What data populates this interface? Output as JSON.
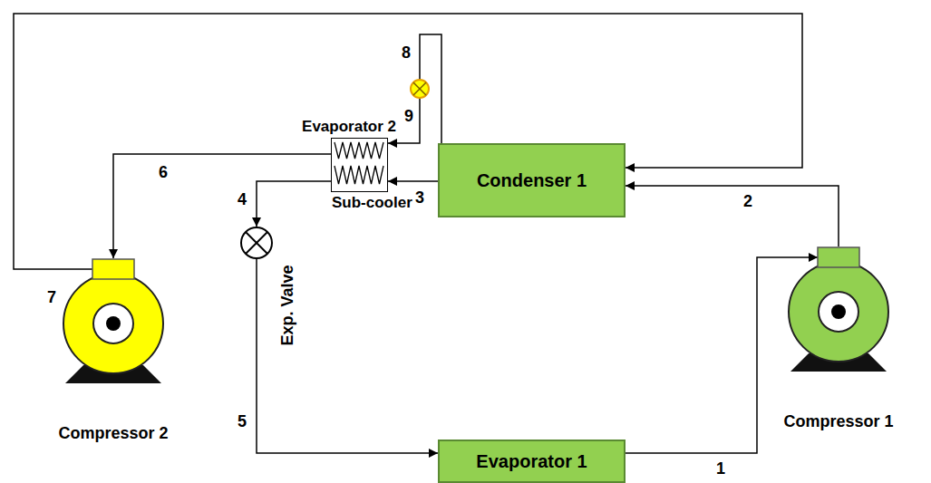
{
  "diagram": {
    "nodes": [
      {
        "text": [
          "Evaporator 2",
          "Sub-cooler"
        ]
      },
      {
        "text": [
          "Condenser 1"
        ]
      },
      {
        "text": [
          "Exp. Valve"
        ]
      },
      {
        "text": [
          "Compressor 2"
        ]
      },
      {
        "text": [
          "Compressor 1"
        ]
      },
      {
        "text": [
          "Evaporator 1"
        ]
      }
    ],
    "edges": [
      {
        "from": 1,
        "to": 0,
        "arrow": "to"
      },
      {
        "from": 1,
        "to": 0,
        "arrow": "to"
      },
      {
        "from": 0,
        "to": 2,
        "arrow": "to"
      },
      {
        "from": 2,
        "to": 5,
        "arrow": "to"
      },
      {
        "from": 5,
        "to": 4,
        "arrow": "to"
      },
      {
        "from": 4,
        "to": 1,
        "arrow": "to"
      },
      {
        "from": 0,
        "to": 3,
        "arrow": "to"
      },
      {
        "from": 3,
        "to": 1,
        "arrow": "to"
      }
    ],
    "labels": [
      "8",
      "9",
      "6",
      "4",
      "3",
      "2",
      "7",
      "5",
      "1"
    ]
  }
}
